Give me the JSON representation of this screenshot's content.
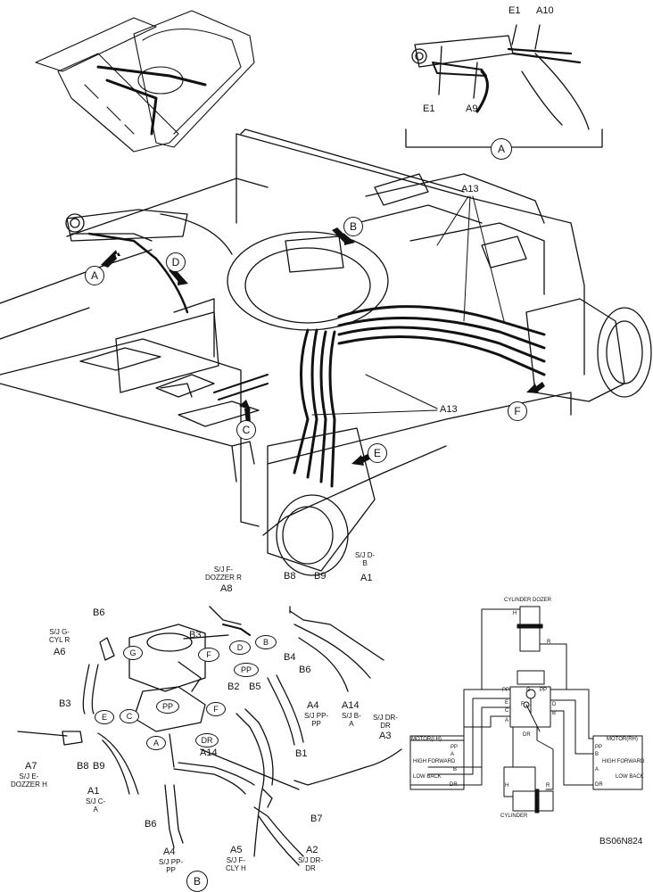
{
  "detail_a": {
    "e1_top": "E1",
    "a10": "A10",
    "e1_bottom": "E1",
    "a9": "A9",
    "marker": "A"
  },
  "main_view": {
    "a13_top": "A13",
    "a13_mid": "A13",
    "mk_a": "A",
    "mk_b": "B",
    "mk_c": "C",
    "mk_d": "D",
    "mk_e": "E",
    "mk_f": "F"
  },
  "detail_b": {
    "marker": "B",
    "a8_top": "S/J F-\nDOZZER R",
    "a8": "A8",
    "a1_top": "S/J D-\nB",
    "a1": "A1",
    "b8": "B8",
    "b9": "B9",
    "b6_top": "B6",
    "b3_top": "B3",
    "b4": "B4",
    "b6_mid": "B6",
    "a6_top": "S/J G-\nCYL R",
    "a6": "A6",
    "b3_left": "B3",
    "b2": "B2",
    "b5": "B5",
    "a4_right": "A4",
    "a4_right_sub": "S/J PP-\nPP",
    "a14_right": "A14",
    "a14_right_sub": "S/J B-\nA",
    "a3_top": "S/J DR-\nDR",
    "a3": "A3",
    "a7": "A7",
    "a7_sub": "S/J E-\nDOZZER H",
    "b8_low": "B8",
    "b9_low": "B9",
    "a1_low": "A1",
    "a1_low_sub": "S/J C-\nA",
    "a14_mid": "A14",
    "b1": "B1",
    "b6_low": "B6",
    "b7": "B7",
    "a4_low": "A4",
    "a4_low_sub": "S/J PP-\nPP",
    "a5": "A5",
    "a5_sub": "S/J F-\nCLY H",
    "a2": "A2",
    "a2_sub": "S/J DR-\nDR",
    "ports": {
      "g": "G",
      "d": "D",
      "b": "B",
      "f1": "F",
      "pp1": "PP",
      "pp2": "PP",
      "e": "E",
      "c": "C",
      "a": "A",
      "dr": "DR",
      "f2": "F"
    }
  },
  "schematic": {
    "cyl_dozer": "CYLINDER DOZER",
    "h_top": "H",
    "r_top": "R",
    "pp_l": "PP",
    "e_l": "E",
    "c_l": "C",
    "a_l": "A",
    "pp_r": "PP",
    "d_r": "D",
    "b_r": "B",
    "f_c": "F",
    "g_c": "G",
    "dr_c": "DR",
    "motor_lh": "MOTOR(LH)",
    "motor_rh": "MOTOR(RH)",
    "lh_pp": "PP",
    "lh_a": "A",
    "lh_hf": "HIGH FORWARD",
    "lh_b": "B",
    "lh_lb": "LOW BACK",
    "lh_dr": "DR",
    "rh_pp": "PP",
    "rh_b": "B",
    "rh_hf": "HIGH FORWARD",
    "rh_a": "A",
    "rh_lb": "LOW BACK",
    "rh_dr": "DR",
    "h_bot": "H",
    "r_bot": "R",
    "cylinder": "CYLINDER"
  },
  "footer": {
    "code": "BS06N824"
  }
}
